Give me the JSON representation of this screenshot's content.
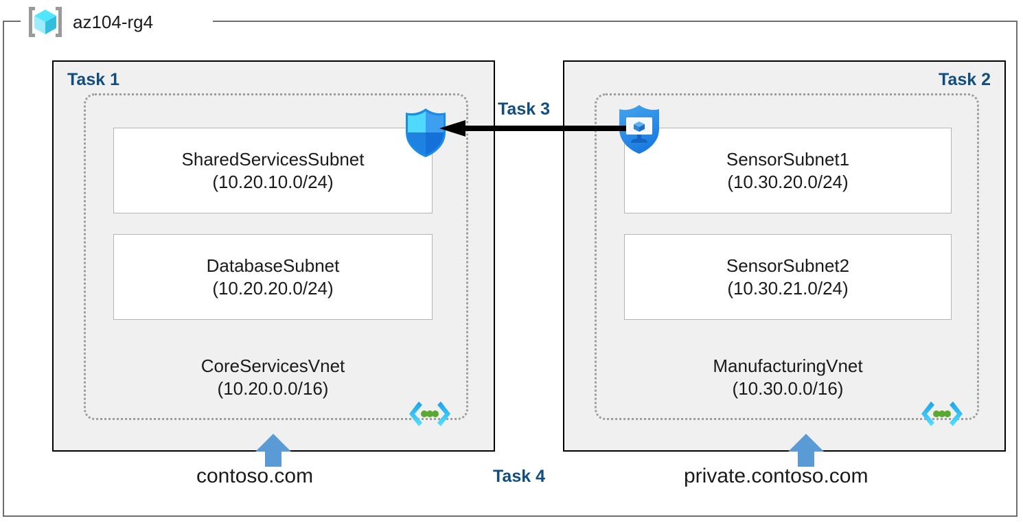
{
  "resource_group": {
    "name": "az104-rg4",
    "icon": "azure-resource-group-cube-icon"
  },
  "task_labels": {
    "task1": "Task 1",
    "task2": "Task 2",
    "task3": "Task 3",
    "task4": "Task 4"
  },
  "colors": {
    "task_label": "#124d80",
    "task_box_fill": "#f0f0f0",
    "task_box_border": "#000000",
    "vnet_dotted_border": "#9c9c9c",
    "rg_boundary": "#6d6d6d",
    "dns_arrow": "#5b9bd5",
    "peering_arrow": "#000000",
    "subnet_fill": "#ffffff",
    "subnet_border": "#b4b4b4",
    "vnet_icon_bracket": "#31c8f4",
    "vnet_icon_dot": "#5aa832",
    "shield_blue": "#1b8bea"
  },
  "vnets": [
    {
      "id": "core-services",
      "task": "Task 1",
      "name": "CoreServicesVnet",
      "cidr": "(10.20.0.0/16)",
      "icon": "virtual-network-icon",
      "dns_zone": "contoso.com",
      "subnets": [
        {
          "name": "SharedServicesSubnet",
          "cidr": "(10.20.10.0/24)"
        },
        {
          "name": "DatabaseSubnet",
          "cidr": "(10.20.20.0/24)"
        }
      ]
    },
    {
      "id": "manufacturing",
      "task": "Task 2",
      "name": "ManufacturingVnet",
      "cidr": "(10.30.0.0/16)",
      "icon": "virtual-network-icon",
      "dns_zone": "private.contoso.com",
      "subnets": [
        {
          "name": "SensorSubnet1",
          "cidr": "(10.30.20.0/24)"
        },
        {
          "name": "SensorSubnet2",
          "cidr": "(10.30.21.0/24)"
        }
      ]
    }
  ],
  "icons": {
    "nsg_shield": "network-security-group-shield-icon",
    "vm_shield": "virtual-machine-shield-icon",
    "peering_arrow": "peering-arrow-left-icon",
    "dns_arrow_left": "dns-link-arrow-up-icon",
    "dns_arrow_right": "dns-link-arrow-up-icon"
  }
}
